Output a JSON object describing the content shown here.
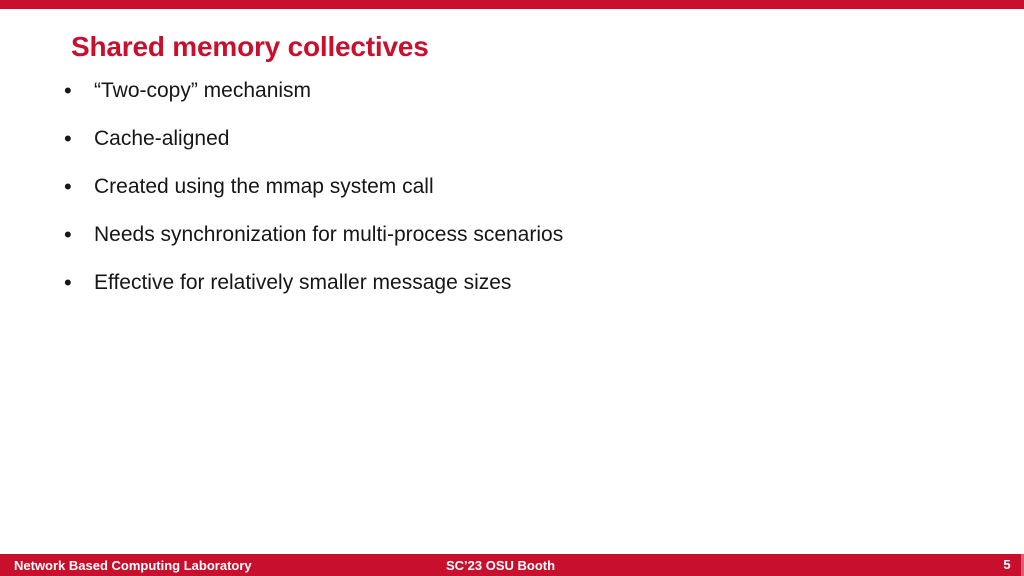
{
  "theme": {
    "accent_color": "#c8102e",
    "background_color": "#ffffff",
    "body_text_color": "#161616",
    "footer_text_color": "#ffffff"
  },
  "title": "Shared memory collectives",
  "bullets": [
    {
      "marker": "•",
      "text": "“Two-copy” mechanism"
    },
    {
      "marker": "•",
      "text": "Cache-aligned"
    },
    {
      "marker": "•",
      "text": "Created using the mmap system call"
    },
    {
      "marker": "•",
      "text": "Needs synchronization for multi-process scenarios"
    },
    {
      "marker": "•",
      "text": "Effective for relatively smaller message sizes"
    }
  ],
  "footer": {
    "laboratory": "Network Based Computing Laboratory",
    "event": "SC’23 OSU Booth",
    "page_number": "5"
  }
}
